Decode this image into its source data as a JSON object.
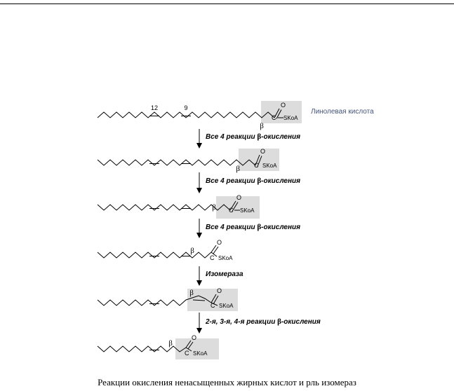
{
  "page_rule_visible": true,
  "molecule_name": "Линолевая кислота",
  "position_labels": [
    "12",
    "9"
  ],
  "beta_symbol": "β",
  "carbonyl_o": "O",
  "carbonyl_c": "C",
  "coa_label": "SKoA",
  "steps": [
    {
      "prefix": "Все 4 реакции ",
      "greek": "β",
      "suffix": "-окисления"
    },
    {
      "prefix": "Все 4 реакции ",
      "greek": "β",
      "suffix": "-окисления"
    },
    {
      "prefix": "Все 4 реакции ",
      "greek": "β",
      "suffix": "-окисления"
    },
    {
      "prefix": "Изомераза",
      "greek": "",
      "suffix": ""
    },
    {
      "prefix": "2-я, 3-я, 4-я реакции ",
      "greek": "β",
      "suffix": "-окисления"
    }
  ],
  "caption": "Реакции окисления ненасыщенных жирных кислот и рль изомераз",
  "colors": {
    "box": "#dcdcdc",
    "molecule_name": "#44557a"
  }
}
